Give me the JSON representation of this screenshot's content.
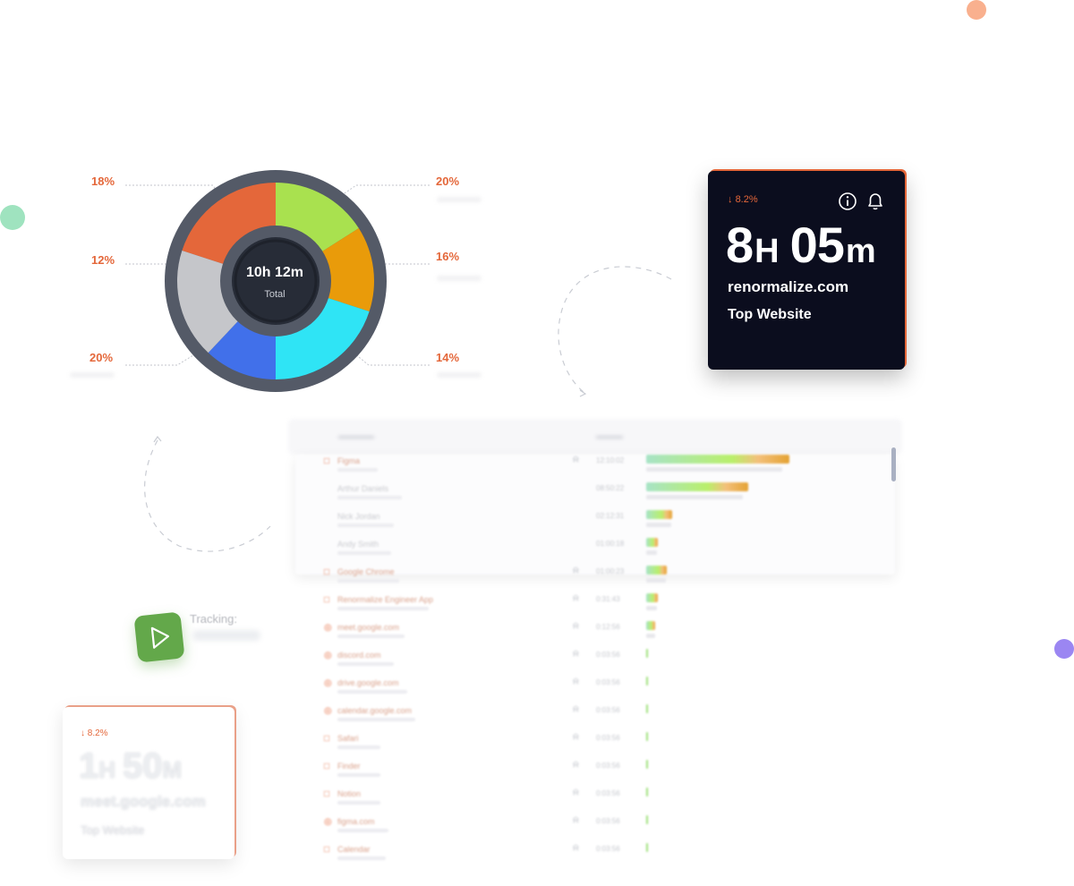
{
  "colors": {
    "accent": "#e4673a",
    "dark_card": "#0b0d1e",
    "play_green": "#63a84a",
    "donut_ring": "#545a67",
    "donut_center": "#272c37"
  },
  "donut": {
    "center_value": "10h 12m",
    "center_label": "Total",
    "labels": [
      "18%",
      "20%",
      "12%",
      "16%",
      "20%",
      "14%"
    ]
  },
  "chart_data": {
    "type": "pie",
    "title": "",
    "center_text": "10h 12m",
    "center_subtext": "Total",
    "categories": [
      "",
      "",
      "",
      "",
      "",
      ""
    ],
    "values": [
      20,
      16,
      14,
      20,
      12,
      18
    ],
    "printed_labels": [
      "20%",
      "16%",
      "14%",
      "20%",
      "12%",
      "18%"
    ],
    "colors": [
      "#e4673a",
      "#a9e14f",
      "#e99b0a",
      "#2fe4f5",
      "#4170ea",
      "#c5c6ca"
    ],
    "legend": "none"
  },
  "top_card": {
    "change": "8.2%",
    "hours": "8",
    "hours_unit": "H",
    "minutes": "05",
    "minutes_unit": "m",
    "site": "renormalize.com",
    "label": "Top Website",
    "info_icon": "info-icon",
    "bell_icon": "bell-icon"
  },
  "tracking": {
    "label": "Tracking:",
    "play_icon": "play-icon"
  },
  "table": {
    "rows": [
      {
        "name": "Figma",
        "time": "12:10:02",
        "icon": "app-icon",
        "sub": false,
        "bar": 0.84
      },
      {
        "name": "Arthur Daniels",
        "time": "08:50:22",
        "icon": "",
        "sub": true,
        "bar": 0.6
      },
      {
        "name": "Nick Jordan",
        "time": "02:12:31",
        "icon": "",
        "sub": true,
        "bar": 0.15
      },
      {
        "name": "Andy Smith",
        "time": "01:00:18",
        "icon": "",
        "sub": true,
        "bar": 0.07
      },
      {
        "name": "Google Chrome",
        "time": "01:00:23",
        "icon": "app-icon",
        "sub": false,
        "bar": 0.12
      },
      {
        "name": "Renormalize Engineer App",
        "time": "0:31:43",
        "icon": "app-icon",
        "sub": false,
        "bar": 0.07
      },
      {
        "name": "meet.google.com",
        "time": "0:12:56",
        "icon": "web-icon",
        "sub": false,
        "bar": 0.05
      },
      {
        "name": "discord.com",
        "time": "0:03:56",
        "icon": "web-icon",
        "sub": false,
        "bar": 0.01
      },
      {
        "name": "drive.google.com",
        "time": "0:03:56",
        "icon": "web-icon",
        "sub": false,
        "bar": 0.01
      },
      {
        "name": "calendar.google.com",
        "time": "0:03:56",
        "icon": "web-icon",
        "sub": false,
        "bar": 0.01
      },
      {
        "name": "Safari",
        "time": "0:03:56",
        "icon": "app-icon",
        "sub": false,
        "bar": 0.01
      },
      {
        "name": "Finder",
        "time": "0:03:56",
        "icon": "app-icon",
        "sub": false,
        "bar": 0.01
      },
      {
        "name": "Notion",
        "time": "0:03:56",
        "icon": "app-icon",
        "sub": false,
        "bar": 0.01
      },
      {
        "name": "figma.com",
        "time": "0:03:56",
        "icon": "web-icon",
        "sub": false,
        "bar": 0.01
      },
      {
        "name": "Calendar",
        "time": "0:03:56",
        "icon": "app-icon",
        "sub": false,
        "bar": 0.01
      }
    ]
  },
  "bottom_card": {
    "change": "8.2%",
    "hours": "1",
    "hours_unit": "H",
    "minutes": "50",
    "minutes_unit": "M",
    "site": "meet.google.com",
    "label": "Top Website"
  }
}
